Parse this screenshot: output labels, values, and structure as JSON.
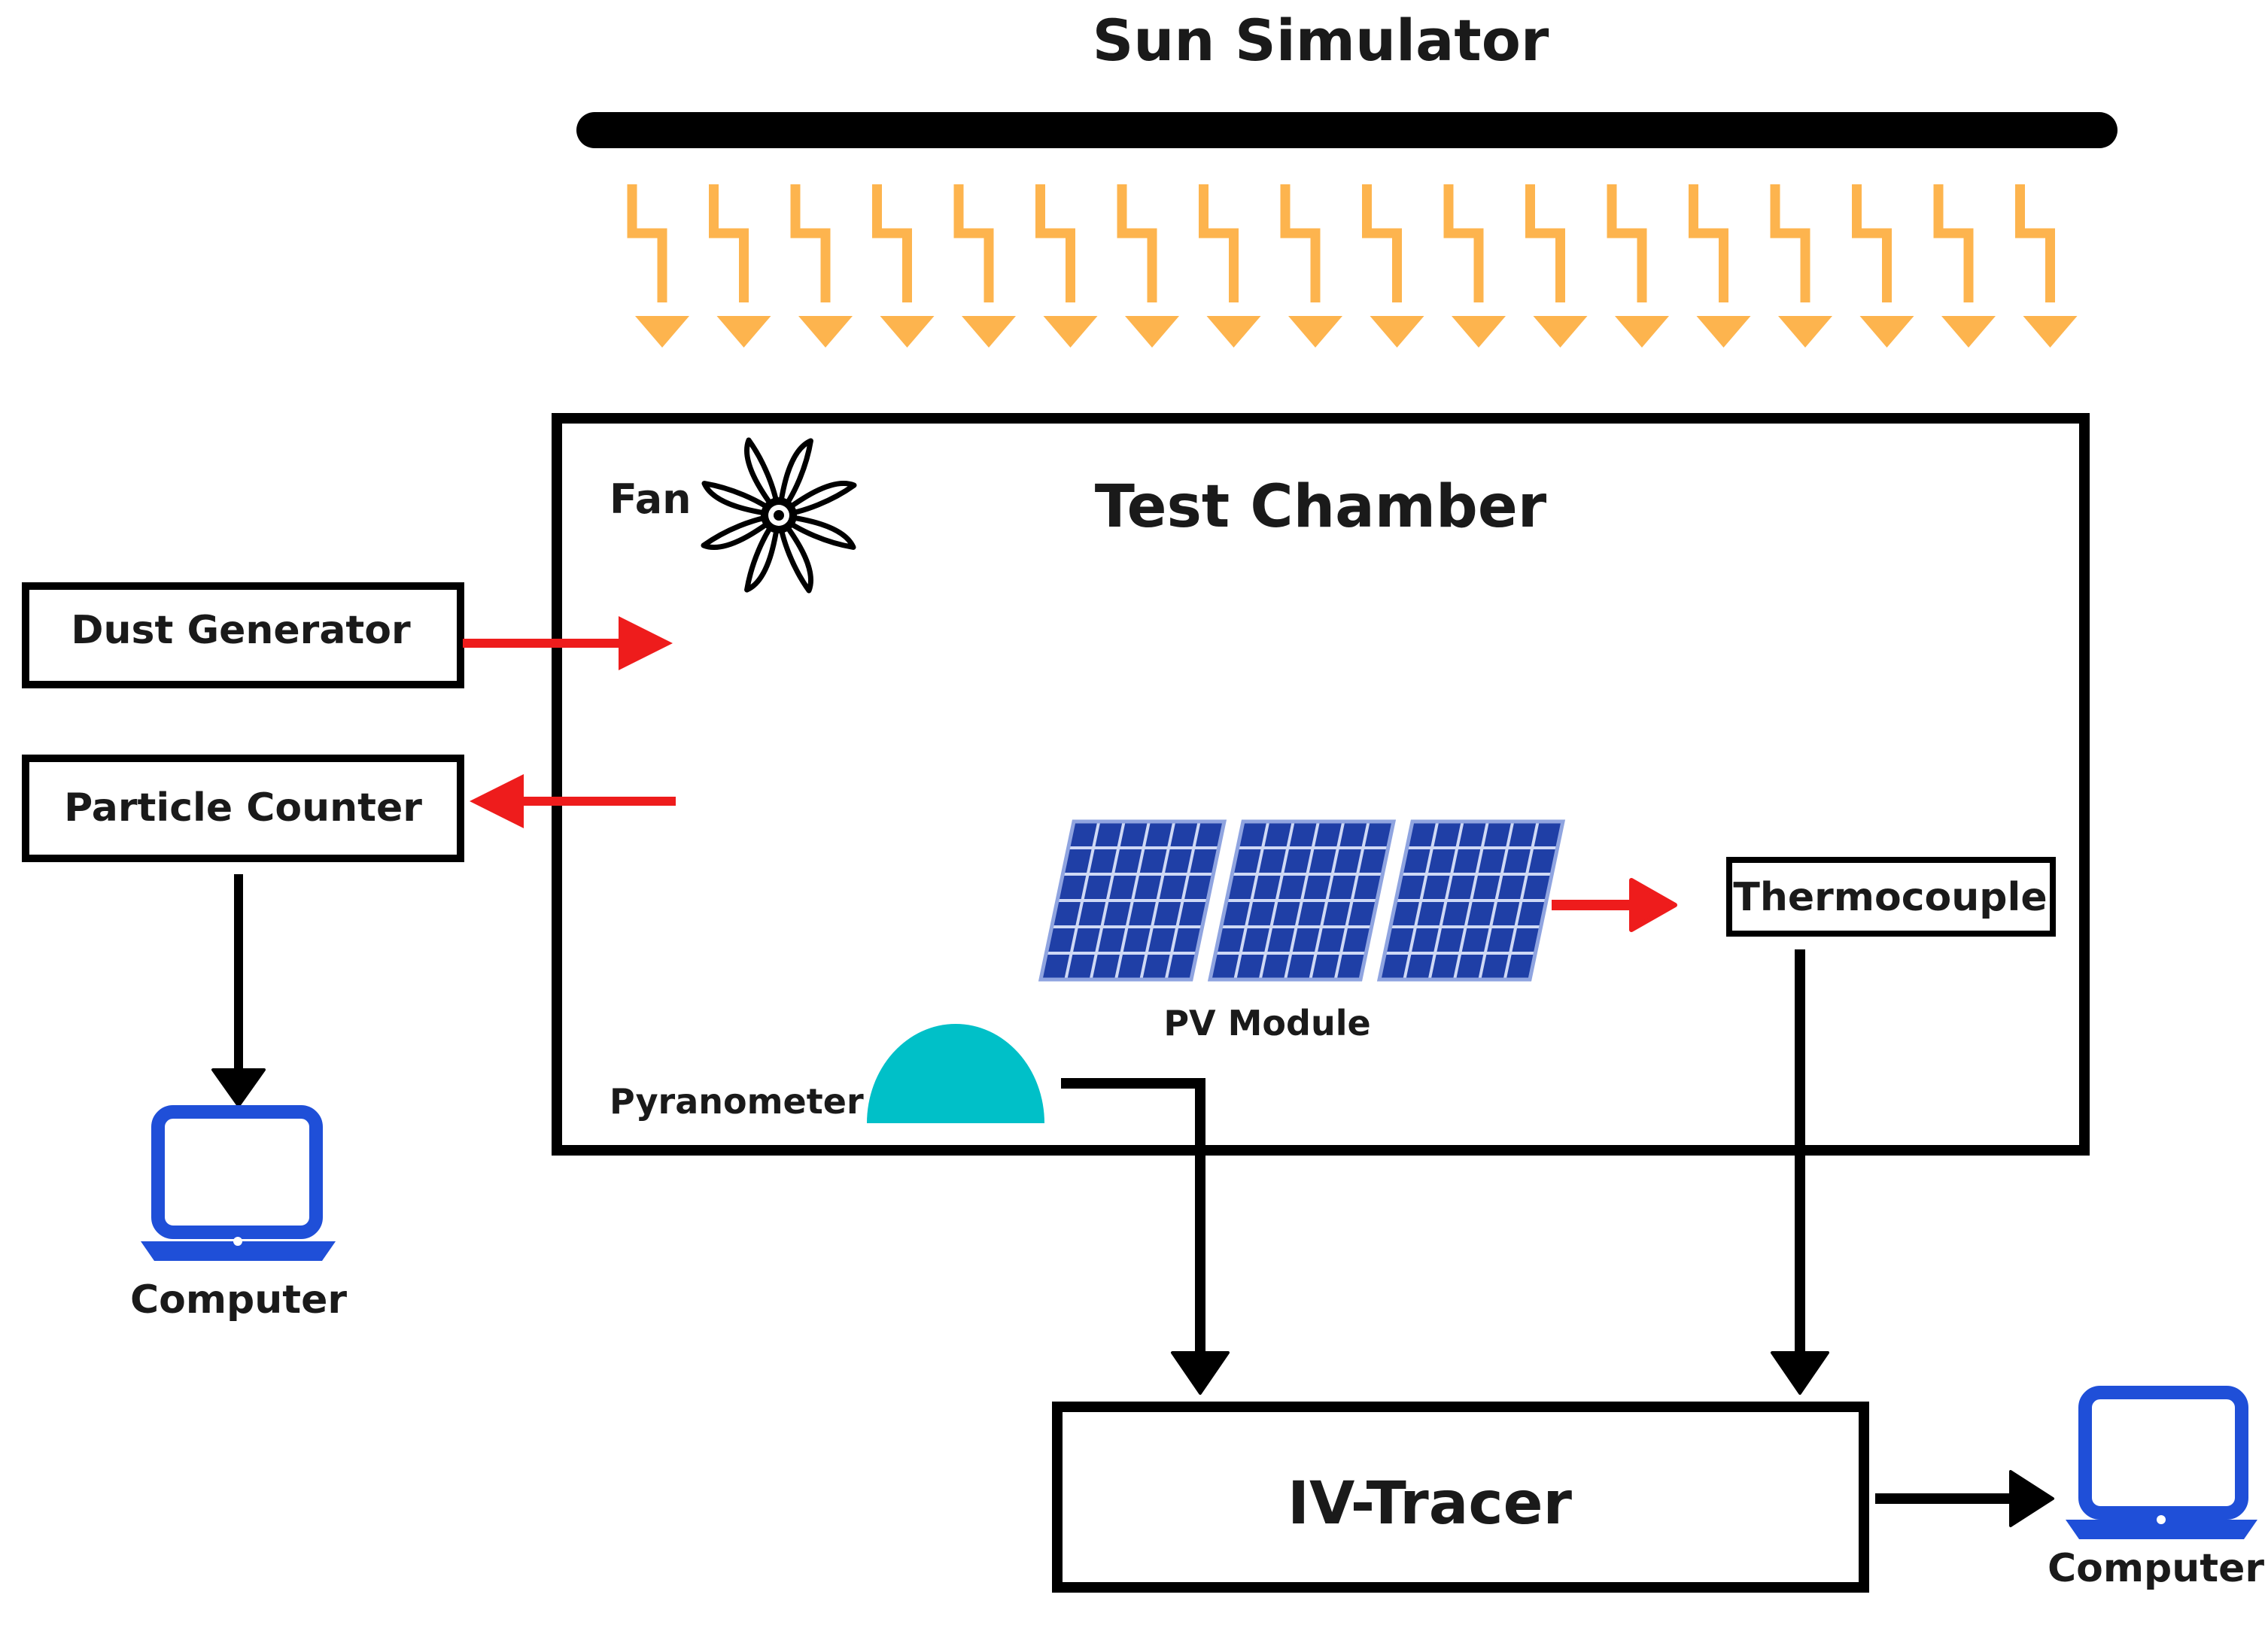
{
  "title": "Sun Simulator",
  "chamber_label": "Test Chamber",
  "fan_label": "Fan",
  "dust_generator_label": "Dust Generator",
  "particle_counter_label": "Particle Counter",
  "pv_module_label": "PV Module",
  "thermocouple_label": "Thermocouple",
  "pyranometer_label": "Pyranometer",
  "iv_tracer_label": "IV-Tracer",
  "computer_left_label": "Computer",
  "computer_right_label": "Computer",
  "colors": {
    "sun_ray": "#FDB44E",
    "flow_arrow": "#EE1C1C",
    "pv_panel": "#1F3FA6",
    "pyranometer": "#00C0C8",
    "computer": "#1F4FD8",
    "stroke": "#000000"
  },
  "icons": {
    "fan": "fan-icon",
    "pv_panel": "solar-panel-icon",
    "pyranometer": "dome-sensor-icon",
    "computer": "laptop-icon"
  }
}
